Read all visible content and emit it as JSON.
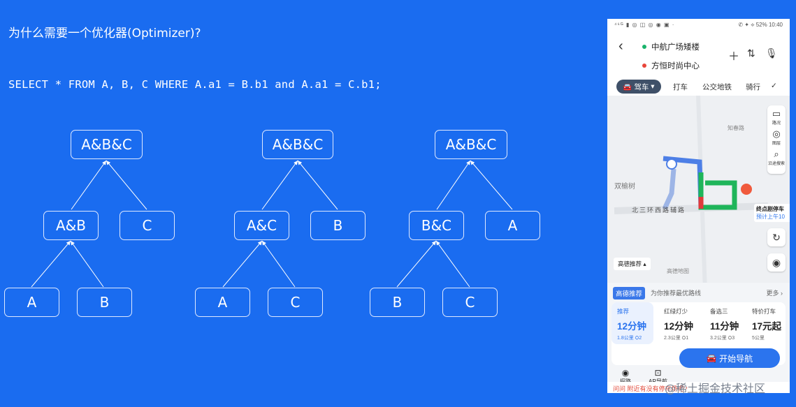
{
  "slide": {
    "title": "为什么需要一个优化器(Optimizer)?",
    "sql": "SELECT * FROM A, B, C WHERE A.a1 = B.b1 and A.a1 = C.b1;"
  },
  "trees": [
    {
      "root": "A&B&C",
      "mid_left": "A&B",
      "mid_right": "C",
      "leaf_left": "A",
      "leaf_right": "B"
    },
    {
      "root": "A&B&C",
      "mid_left": "A&C",
      "mid_right": "B",
      "leaf_left": "A",
      "leaf_right": "C"
    },
    {
      "root": "A&B&C",
      "mid_left": "B&C",
      "mid_right": "A",
      "leaf_left": "B",
      "leaf_right": "C"
    }
  ],
  "phone": {
    "status_left": "⁴⁶ᴳ ▮ ◎ ◫ ◎ ◉ ▣ ·",
    "status_right": "✆ ✦ ⟡ 52% 10:40",
    "from": "中航广场矮楼",
    "to": "方恒时尚中心",
    "mode_active": "驾车",
    "modes": [
      "打车",
      "公交地铁",
      "骑行"
    ],
    "map_labels": {
      "road": "北三环西路辅路",
      "area": "双榆树",
      "place1": "知春路",
      "place2": "高德地图",
      "dest": "终点剧停车",
      "eta": "预计上午10",
      "rec": "高德推荐"
    },
    "map_buttons": [
      "路况",
      "图层",
      "沿途搜索"
    ],
    "panel_tag": "高德推荐",
    "panel_desc": "为你推荐最优路线",
    "panel_more": "更多 ›",
    "routes": [
      {
        "head": "推荐",
        "time": "12分钟",
        "sub": "1.8公里 ⛭2"
      },
      {
        "head": "红绿灯少",
        "time": "12分钟",
        "sub": "2.3公里 ⛭1"
      },
      {
        "head": "备选三",
        "time": "11分钟",
        "sub": "3.2公里 ⛭3"
      },
      {
        "head": "特价打车",
        "time": "17元起",
        "sub": "5公里"
      }
    ],
    "tools": [
      "探路",
      "AR导航"
    ],
    "start": "开始导航",
    "bottom": "问问   附近有没有停车场呢?"
  },
  "watermark": "@稀土掘金技术社区"
}
